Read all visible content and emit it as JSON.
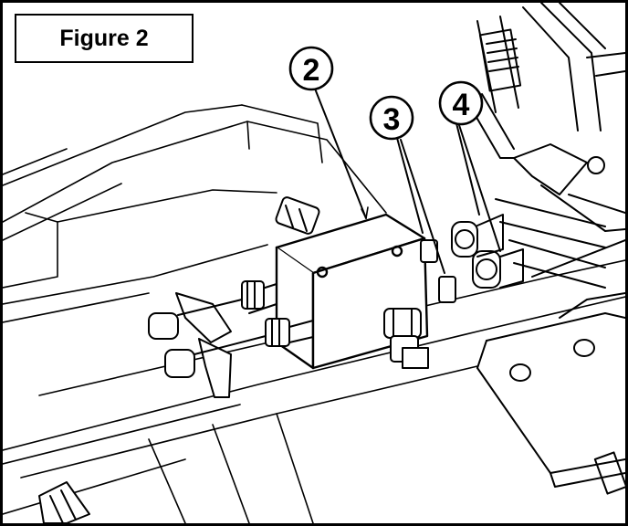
{
  "figure": {
    "label": "Figure 2"
  },
  "callouts": [
    {
      "number": "2"
    },
    {
      "number": "3"
    },
    {
      "number": "4"
    }
  ],
  "colors": {
    "line": "#000000",
    "background": "#ffffff"
  }
}
